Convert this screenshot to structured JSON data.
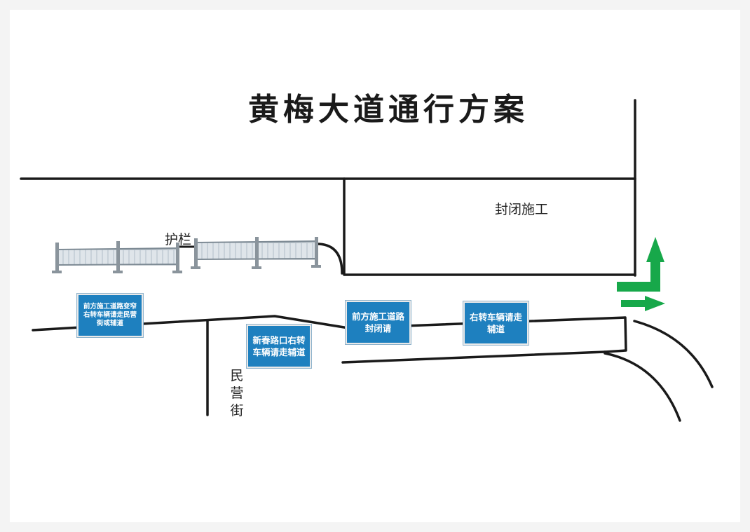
{
  "title": "黄梅大道通行方案",
  "labels": {
    "guardrail": "护栏",
    "closed_construction": "封闭施工",
    "minying_street": "民营街"
  },
  "signs": [
    {
      "text": "前方施工道路变窄右转车辆请走民营街或辅道"
    },
    {
      "text": "新春路口右转车辆请走辅道"
    },
    {
      "text": "前方施工道路封闭请"
    },
    {
      "text": "右转车辆请走辅道"
    }
  ],
  "colors": {
    "sign_blue": "#1e80bf",
    "arrow_green": "#17a84a",
    "road_line": "#1a1a1a"
  },
  "icons": [
    "turn-left-arrow-icon",
    "straight-arrow-icon",
    "guardrail-icon"
  ]
}
